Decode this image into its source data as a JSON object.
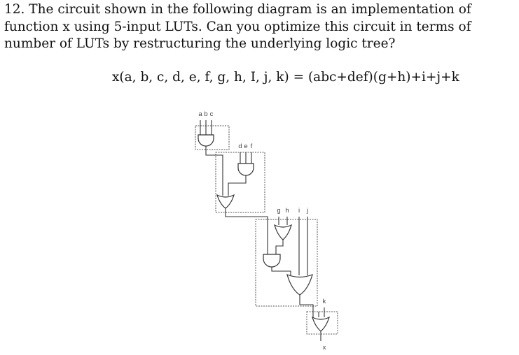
{
  "question": {
    "text": "12. The circuit shown in the following diagram is an implementation of function x using 5-input LUTs. Can you optimize this circuit in terms of number of LUTs by restructuring the underlying logic tree?",
    "formula": "x(a, b, c, d, e, f, g, h, I, j, k) = (abc+def)(g+h)+i+j+k"
  },
  "diagram": {
    "inputs_lut1": [
      "a",
      "b",
      "c"
    ],
    "inputs_lut2": [
      "d",
      "e",
      "f"
    ],
    "inputs_lut3": [
      "g",
      "h",
      "i",
      "j"
    ],
    "input_lut4": "k",
    "output": "x"
  }
}
